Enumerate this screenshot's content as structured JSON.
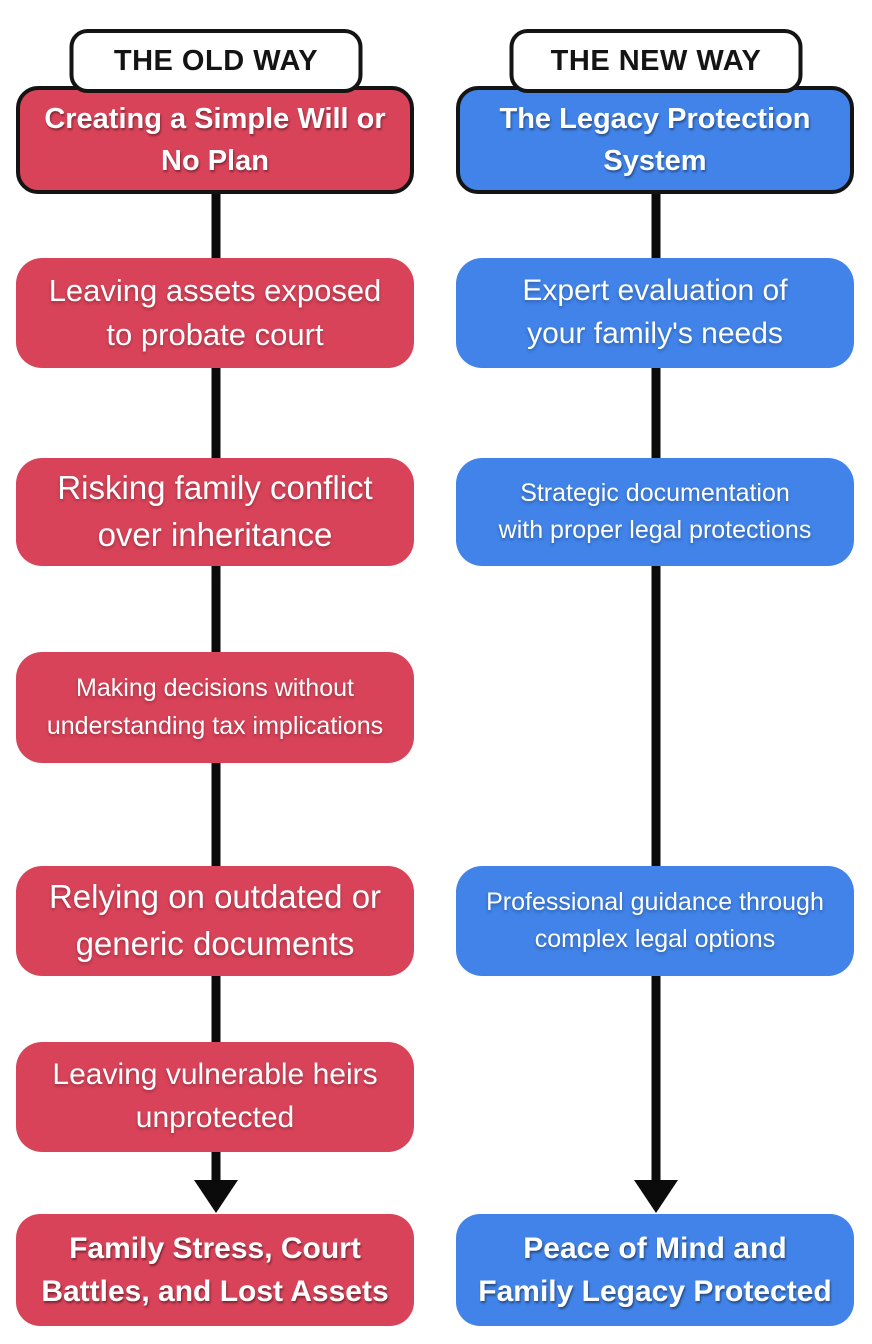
{
  "diagram": {
    "old": {
      "header": "THE OLD WAY",
      "title": "Creating a Simple Will or\nNo Plan",
      "color": "#d94359",
      "steps": [
        "Leaving assets exposed\nto probate court",
        "Risking family conflict\nover inheritance",
        "Making decisions without\nunderstanding tax implications",
        "Relying on outdated or\ngeneric documents",
        "Leaving vulnerable heirs\nunprotected"
      ],
      "result": "Family Stress, Court\nBattles, and Lost Assets"
    },
    "new": {
      "header": "THE NEW WAY",
      "title": "The Legacy Protection\nSystem",
      "color": "#4183e8",
      "steps": [
        "Expert evaluation of\nyour family's needs",
        "Strategic documentation\nwith proper legal protections",
        "Professional guidance through\ncomplex legal options"
      ],
      "result": "Peace of Mind and\nFamily Legacy Protected"
    },
    "line_color": "#0b0b0b"
  }
}
